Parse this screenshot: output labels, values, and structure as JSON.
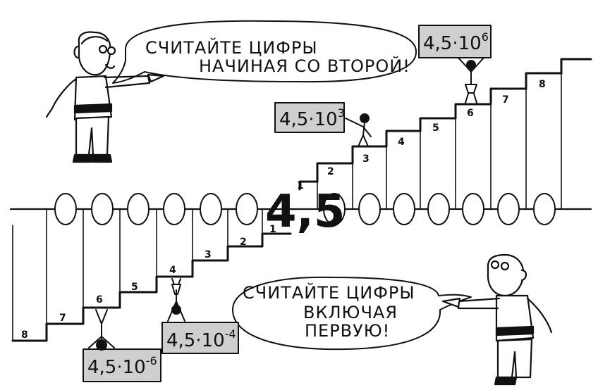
{
  "center_number": "4,5",
  "center_comma": ",",
  "step_labels": [
    "1",
    "2",
    "3",
    "4",
    "5",
    "6",
    "7",
    "8"
  ],
  "bubble_top": {
    "line1": "СЧИТАЙТЕ ЦИФРЫ",
    "line2": "НАЧИНАЯ СО ВТОРОЙ!"
  },
  "bubble_bottom": {
    "line1": "СЧИТАЙТЕ ЦИФРЫ",
    "line2": "ВКЛЮЧАЯ",
    "line3": "ПЕРВУЮ!"
  },
  "signs": {
    "pos3": {
      "base": "4,5·10",
      "exp": "3"
    },
    "pos6": {
      "base": "4,5·10",
      "exp": "6"
    },
    "neg4": {
      "base": "4,5·10",
      "exp": "-4"
    },
    "neg6": {
      "base": "4,5·10",
      "exp": "-6"
    }
  },
  "colors": {
    "ink": "#111111",
    "paper": "#ffffff",
    "shade": "#cfcfcf"
  }
}
